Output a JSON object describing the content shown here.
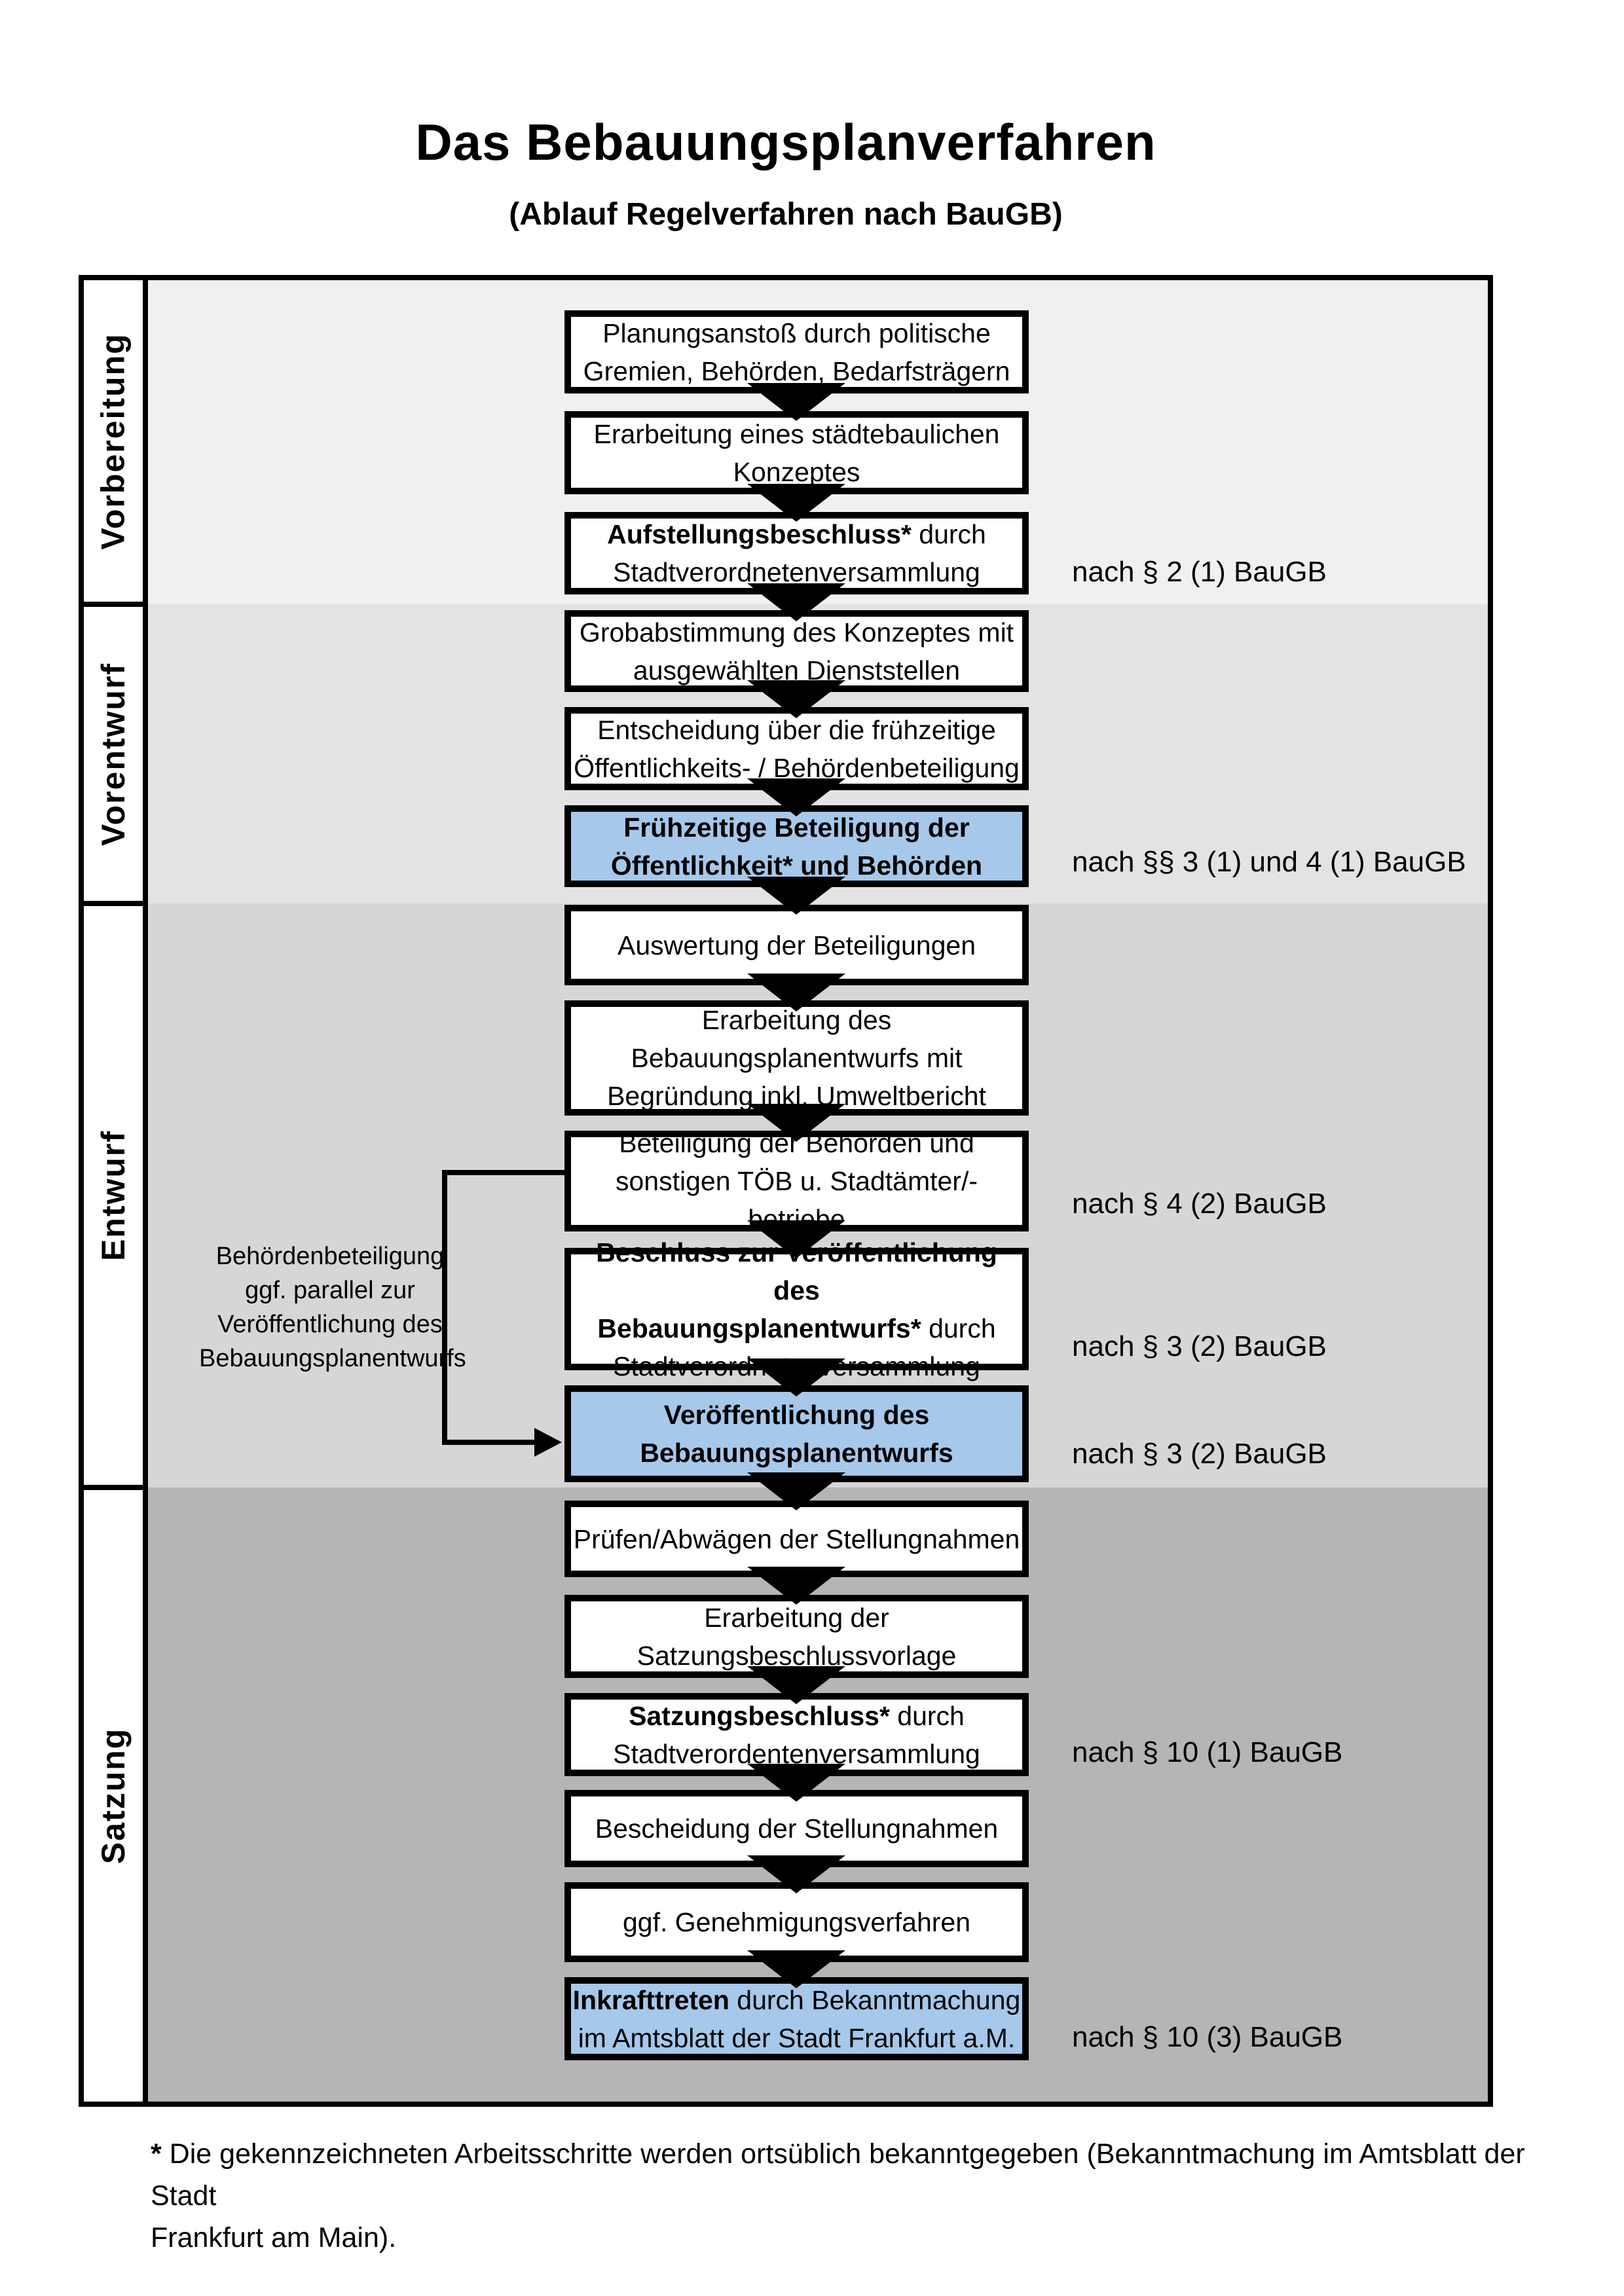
{
  "title": "Das Bebauungsplanverfahren",
  "subtitle": "(Ablauf Regelverfahren nach BauGB)",
  "colors": {
    "highlight_blue": "#a6c8ea",
    "band_vorbereitung": "#f0f0f0",
    "band_vorentwurf": "#e3e3e3",
    "band_entwurf": "#d6d6d6",
    "band_satzung": "#b5b5b5"
  },
  "sidebar": {
    "items": [
      {
        "label": "Vorbereitung"
      },
      {
        "label": "Vorentwurf"
      },
      {
        "label": "Entwurf"
      },
      {
        "label": "Satzung"
      }
    ]
  },
  "flow": {
    "boxes": [
      {
        "highlight": false,
        "lines": [
          [
            {
              "t": "Planungsanstoß durch politische",
              "b": false
            }
          ],
          [
            {
              "t": "Gremien, Behörden, Bedarfsträgern",
              "b": false
            }
          ]
        ]
      },
      {
        "highlight": false,
        "lines": [
          [
            {
              "t": "Erarbeitung eines städtebaulichen",
              "b": false
            }
          ],
          [
            {
              "t": "Konzeptes",
              "b": false
            }
          ]
        ]
      },
      {
        "highlight": false,
        "lines": [
          [
            {
              "t": "Aufstellungsbeschluss*",
              "b": true
            },
            {
              "t": " durch",
              "b": false
            }
          ],
          [
            {
              "t": "Stadtverordnetenversammlung",
              "b": false
            }
          ]
        ]
      },
      {
        "highlight": false,
        "lines": [
          [
            {
              "t": "Grobabstimmung des Konzeptes mit",
              "b": false
            }
          ],
          [
            {
              "t": "ausgewählten Dienststellen",
              "b": false
            }
          ]
        ]
      },
      {
        "highlight": false,
        "lines": [
          [
            {
              "t": "Entscheidung über die frühzeitige",
              "b": false
            }
          ],
          [
            {
              "t": "Öffentlichkeits- / Behördenbeteiligung",
              "b": false
            }
          ]
        ]
      },
      {
        "highlight": true,
        "lines": [
          [
            {
              "t": "Frühzeitige Beteiligung der",
              "b": true
            }
          ],
          [
            {
              "t": "Öffentlichkeit* und Behörden",
              "b": true
            }
          ]
        ]
      },
      {
        "highlight": false,
        "lines": [
          [
            {
              "t": "Auswertung der Beteiligungen",
              "b": false
            }
          ]
        ]
      },
      {
        "highlight": false,
        "lines": [
          [
            {
              "t": "Erarbeitung des",
              "b": false
            }
          ],
          [
            {
              "t": "Bebauungsplanentwurfs mit",
              "b": false
            }
          ],
          [
            {
              "t": "Begründung inkl. Umweltbericht",
              "b": false
            }
          ]
        ]
      },
      {
        "highlight": false,
        "lines": [
          [
            {
              "t": "Beteiligung der Behörden und",
              "b": false
            }
          ],
          [
            {
              "t": "sonstigen TÖB u. Stadtämter/-betriebe",
              "b": false
            }
          ]
        ]
      },
      {
        "highlight": false,
        "lines": [
          [
            {
              "t": "Beschluss zur Veröffentlichung des",
              "b": true
            }
          ],
          [
            {
              "t": "Bebauungsplanentwurfs*",
              "b": true
            },
            {
              "t": " durch",
              "b": false
            }
          ],
          [
            {
              "t": "Stadtverordnetenversammlung",
              "b": false
            }
          ]
        ]
      },
      {
        "highlight": true,
        "lines": [
          [
            {
              "t": "Veröffentlichung des",
              "b": true
            }
          ],
          [
            {
              "t": "Bebauungsplanentwurfs",
              "b": true
            }
          ]
        ]
      },
      {
        "highlight": false,
        "lines": [
          [
            {
              "t": "Prüfen/Abwägen der Stellungnahmen",
              "b": false
            }
          ]
        ]
      },
      {
        "highlight": false,
        "lines": [
          [
            {
              "t": "Erarbeitung der",
              "b": false
            }
          ],
          [
            {
              "t": "Satzungsbeschlussvorlage",
              "b": false
            }
          ]
        ]
      },
      {
        "highlight": false,
        "lines": [
          [
            {
              "t": "Satzungsbeschluss*",
              "b": true
            },
            {
              "t": " durch",
              "b": false
            }
          ],
          [
            {
              "t": "Stadtverordentenversammlung",
              "b": false
            }
          ]
        ]
      },
      {
        "highlight": false,
        "lines": [
          [
            {
              "t": "Bescheidung der Stellungnahmen",
              "b": false
            }
          ]
        ]
      },
      {
        "highlight": false,
        "lines": [
          [
            {
              "t": "ggf. Genehmigungsverfahren",
              "b": false
            }
          ]
        ]
      },
      {
        "highlight": true,
        "lines": [
          [
            {
              "t": "Inkrafttreten",
              "b": true
            },
            {
              "t": " durch Bekanntmachung",
              "b": false
            }
          ],
          [
            {
              "t": "im Amtsblatt der Stadt Frankfurt a.M.",
              "b": false
            }
          ]
        ]
      }
    ]
  },
  "annotations": {
    "right": [
      {
        "text": "nach § 2 (1) BauGB"
      },
      {
        "text": "nach §§ 3 (1) und 4 (1) BauGB"
      },
      {
        "text": "nach § 4 (2) BauGB"
      },
      {
        "text": "nach § 3 (2) BauGB"
      },
      {
        "text": "nach § 3 (2) BauGB"
      },
      {
        "text": "nach § 10 (1) BauGB"
      },
      {
        "text": "nach § 10 (3) BauGB"
      }
    ],
    "left_note": {
      "lines": [
        [
          {
            "t": "Behördenbeteiligung",
            "b": false
          }
        ],
        [
          {
            "t": "ggf. parallel zur",
            "b": false
          }
        ],
        [
          {
            "t": "Veröffentlichung des",
            "b": false
          }
        ],
        [
          {
            "t": "Bebauungsplanentwurfs",
            "b": false
          }
        ]
      ]
    }
  },
  "footnote": {
    "lines": [
      [
        {
          "t": "*",
          "b": true
        },
        {
          "t": " Die gekennzeichneten Arbeitsschritte werden ortsüblich bekanntgegeben (Bekanntmachung im Amtsblatt  der Stadt",
          "b": false
        }
      ],
      [
        {
          "t": "Frankfurt am Main).",
          "b": false
        }
      ]
    ]
  }
}
